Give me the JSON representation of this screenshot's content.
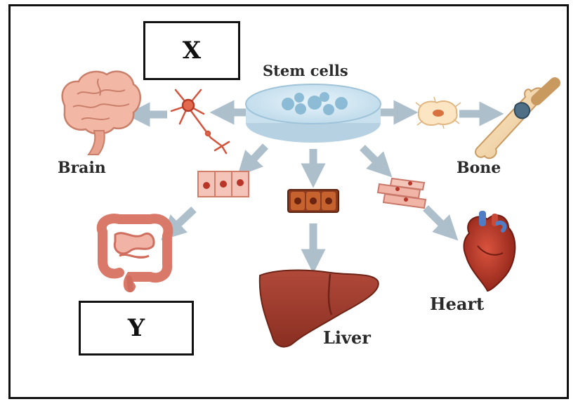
{
  "diagram": {
    "center_label": "Stem cells",
    "boxes": {
      "x": "X",
      "y": "Y"
    },
    "organs": {
      "brain": "Brain",
      "bone": "Bone",
      "heart": "Heart",
      "liver": "Liver"
    }
  },
  "colors": {
    "arrow": "#aebfcc",
    "organ_red": "#c75a48",
    "liver": "#9b3b2a",
    "dish_blue": "#cfe6f2",
    "brain_pink": "#f2b8a5"
  }
}
